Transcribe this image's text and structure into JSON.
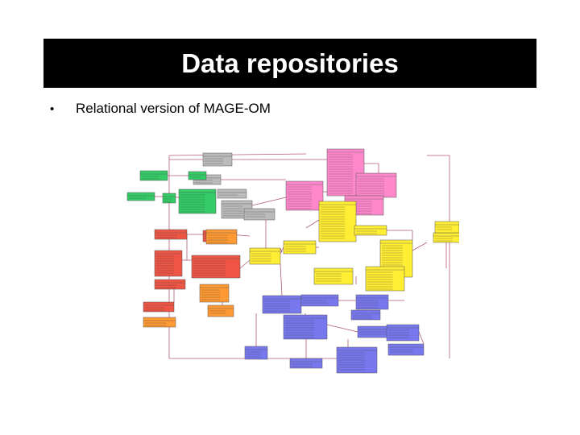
{
  "slide": {
    "title": "Data repositories",
    "bullets": [
      {
        "marker": "•",
        "text": "Relational version of MAGE-OM"
      }
    ]
  },
  "diagram": {
    "colors": {
      "line": "#b35a78",
      "pink": "#ff88cc",
      "green": "#33cc66",
      "red": "#ee5544",
      "orange": "#ff9933",
      "yellow": "#ffee33",
      "blue": "#7777ee",
      "gray": "#bbbbbb",
      "border": "#555555"
    },
    "boxes": [
      {
        "color": "gray"
      },
      {
        "color": "gray"
      },
      {
        "color": "gray"
      },
      {
        "color": "gray"
      },
      {
        "color": "gray"
      },
      {
        "color": "pink"
      },
      {
        "color": "pink"
      },
      {
        "color": "pink"
      },
      {
        "color": "pink"
      },
      {
        "color": "green"
      },
      {
        "color": "green"
      },
      {
        "color": "green"
      },
      {
        "color": "green"
      },
      {
        "color": "green"
      },
      {
        "color": "red"
      },
      {
        "color": "red"
      },
      {
        "color": "red"
      },
      {
        "color": "red"
      },
      {
        "color": "red"
      },
      {
        "color": "red"
      },
      {
        "color": "orange"
      },
      {
        "color": "orange"
      },
      {
        "color": "orange"
      },
      {
        "color": "orange"
      },
      {
        "color": "yellow"
      },
      {
        "color": "yellow"
      },
      {
        "color": "yellow"
      },
      {
        "color": "yellow"
      },
      {
        "color": "yellow"
      },
      {
        "color": "yellow"
      },
      {
        "color": "yellow"
      },
      {
        "color": "yellow"
      },
      {
        "color": "yellow"
      },
      {
        "color": "blue"
      },
      {
        "color": "blue"
      },
      {
        "color": "blue"
      },
      {
        "color": "blue"
      },
      {
        "color": "blue"
      },
      {
        "color": "blue"
      },
      {
        "color": "blue"
      },
      {
        "color": "blue"
      },
      {
        "color": "blue"
      },
      {
        "color": "blue"
      },
      {
        "color": "blue"
      }
    ]
  }
}
